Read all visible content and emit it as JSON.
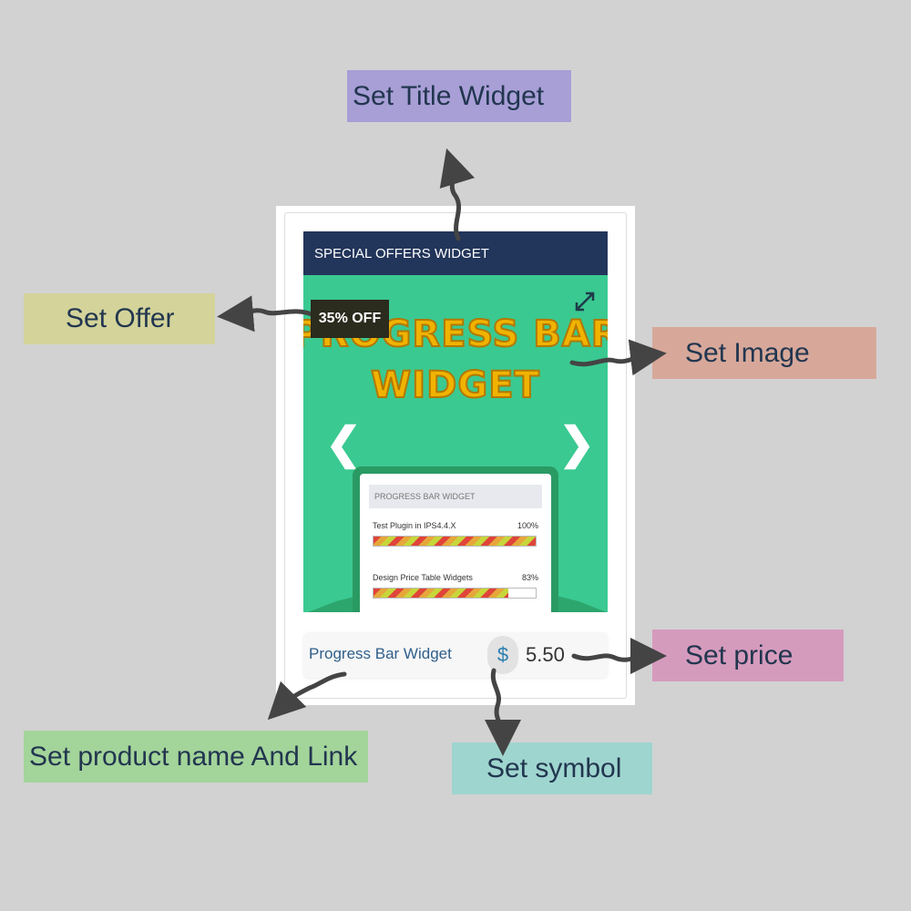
{
  "callouts": {
    "title": "Set Title Widget",
    "offer": "Set Offer",
    "image": "Set Image",
    "price": "Set price",
    "name": "Set product name And Link",
    "symbol": "Set symbol"
  },
  "colors": {
    "title": "#a89fd6",
    "offer": "#d3d39a",
    "image": "#d7a89a",
    "price": "#d59bbd",
    "name": "#a3d49a",
    "symbol": "#9fd5cf"
  },
  "widget": {
    "header": "SPECIAL OFFERS WIDGET",
    "offer": "35% OFF",
    "hero_line1": "PROGRESS BAR",
    "hero_line2": "WIDGET",
    "prev_icon": "chevron-left-icon",
    "next_icon": "chevron-right-icon",
    "expand_icon": "expand-icon",
    "mock": {
      "head": "PROGRESS BAR WIDGET",
      "bars": [
        {
          "label": "Test Plugin in IPS4.4.X",
          "pct_text": "100%",
          "value": 1.0
        },
        {
          "label": "Design Price Table Widgets",
          "pct_text": "83%",
          "value": 0.83
        }
      ]
    },
    "product_name": "Progress Bar Widget",
    "symbol": "$",
    "price": "5.50"
  }
}
